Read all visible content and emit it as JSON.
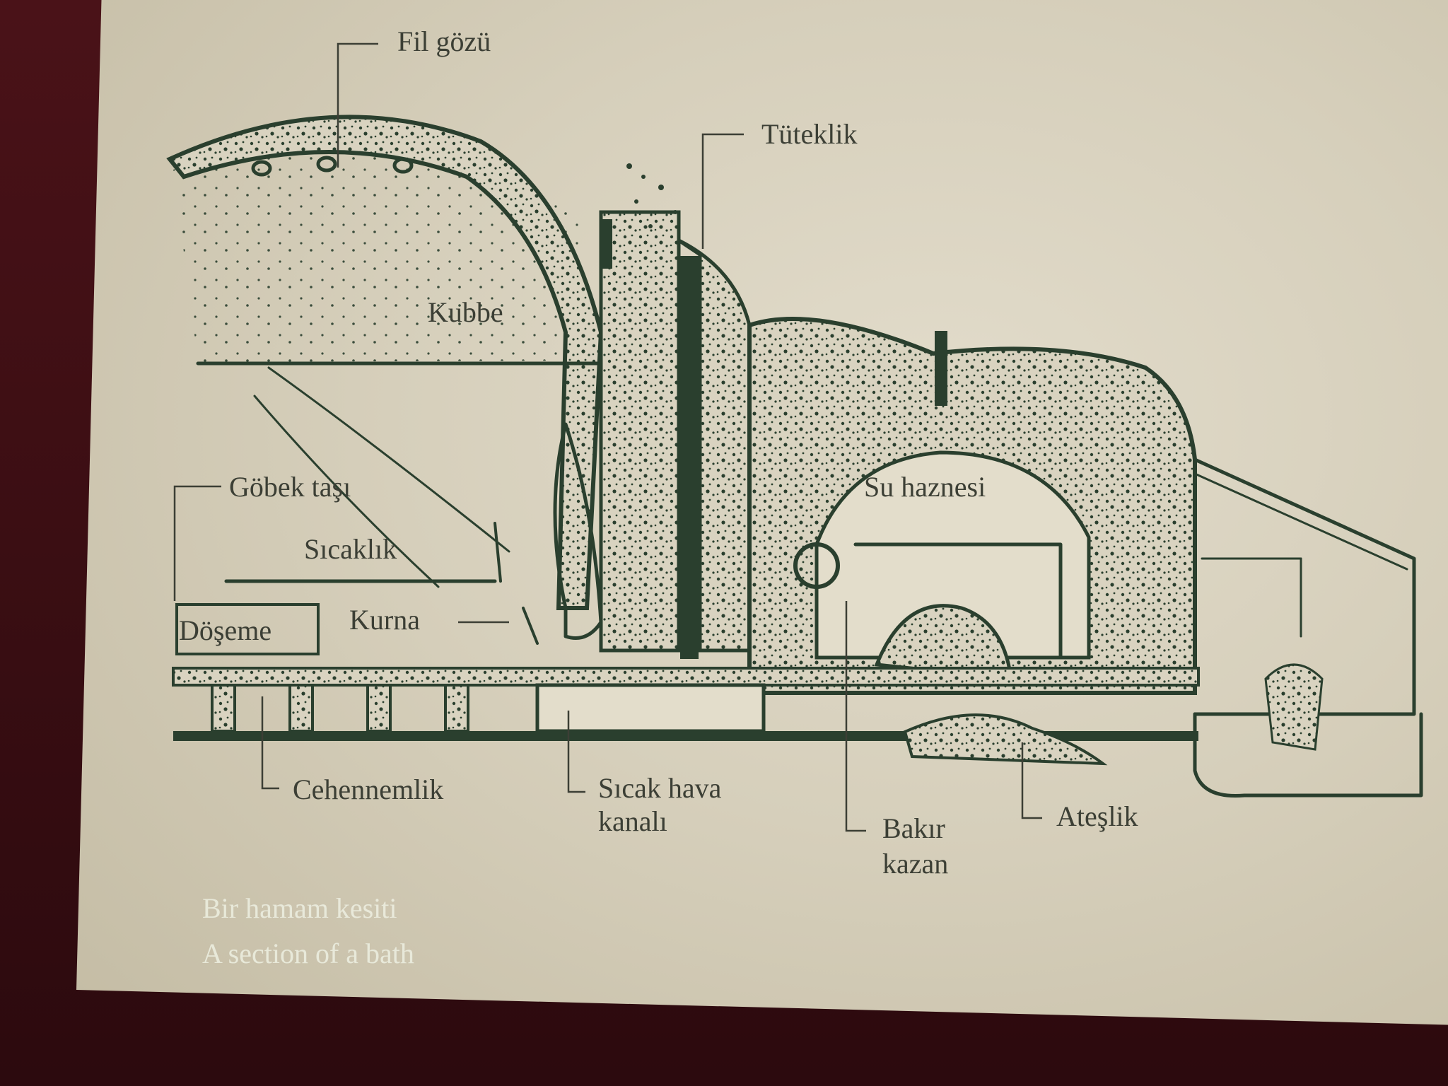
{
  "labels": {
    "fil_gozu": "Fil gözü",
    "tuteklik": "Tüteklik",
    "kubbe": "Kubbe",
    "gobek_tasi": "Göbek taşı",
    "sicaklik": "Sıcaklık",
    "doseme": "Döşeme",
    "kurna": "Kurna",
    "su_haznesi": "Su haznesi",
    "cehennemlik": "Cehennemlik",
    "sicak_hava_1": "Sıcak hava",
    "sicak_hava_2": "kanalı",
    "bakir_1": "Bakır",
    "bakir_2": "kazan",
    "ateslik": "Ateşlik"
  },
  "caption": {
    "tr": "Bir hamam kesiti",
    "en": "A section of a bath"
  },
  "colors": {
    "ink": "#2a3f2e",
    "label": "#3c3f35",
    "board": "#d6cfbb",
    "backdrop": "#3a0f14",
    "caption": "#eef0e2"
  }
}
